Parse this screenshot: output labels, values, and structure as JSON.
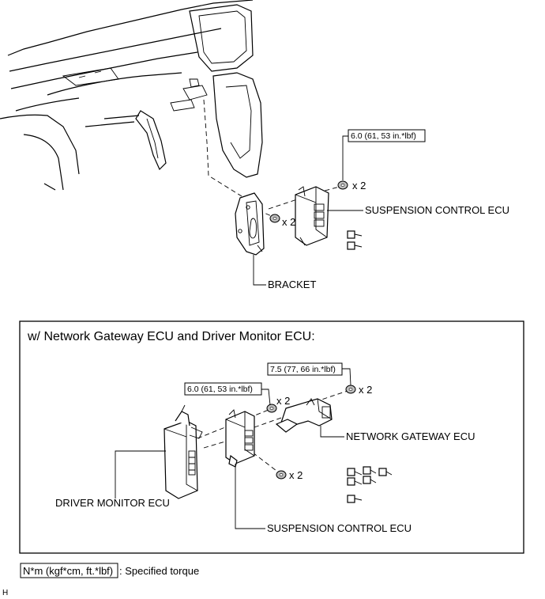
{
  "top": {
    "torque": "6.0 (61, 53 in.*lbf)",
    "nut_qty_right": "x 2",
    "nut_qty_left": "x 2",
    "ecu_label": "SUSPENSION CONTROL ECU",
    "bracket_label": "BRACKET"
  },
  "inset": {
    "heading": "w/ Network Gateway ECU and Driver Monitor ECU:",
    "torque_a": "6.0 (61, 53 in.*lbf)",
    "torque_b": "7.5 (77, 66 in.*lbf)",
    "qty_a": "x 2",
    "qty_b": "x 2",
    "qty_c": "x 2",
    "network_label": "NETWORK GATEWAY ECU",
    "driver_label": "DRIVER MONITOR ECU",
    "suspension_label": "SUSPENSION CONTROL ECU"
  },
  "legend": {
    "unit": "N*m (kgf*cm, ft.*lbf)",
    "text": ": Specified torque"
  },
  "corner_code": "H"
}
